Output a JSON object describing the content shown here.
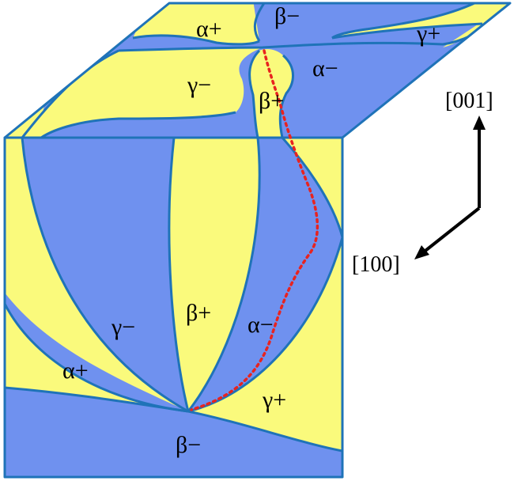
{
  "colors": {
    "blue_domain": "#6f91ef",
    "yellow_domain": "#fafa7c",
    "boundary": "#1f73b8",
    "path": "#e8231f",
    "arrow": "#000000"
  },
  "axes": {
    "vertical": "[001]",
    "diagonal": "[100]"
  },
  "top_face_labels": {
    "alpha_plus": "α+",
    "beta_minus": "β−",
    "gamma_plus": "γ+",
    "gamma_minus": "γ−",
    "alpha_minus": "α−",
    "beta_plus": "β+"
  },
  "front_face_labels": {
    "gamma_minus": "γ−",
    "beta_plus": "β+",
    "alpha_minus": "α−",
    "alpha_plus": "α+",
    "gamma_plus": "γ+",
    "beta_minus": "β−"
  }
}
